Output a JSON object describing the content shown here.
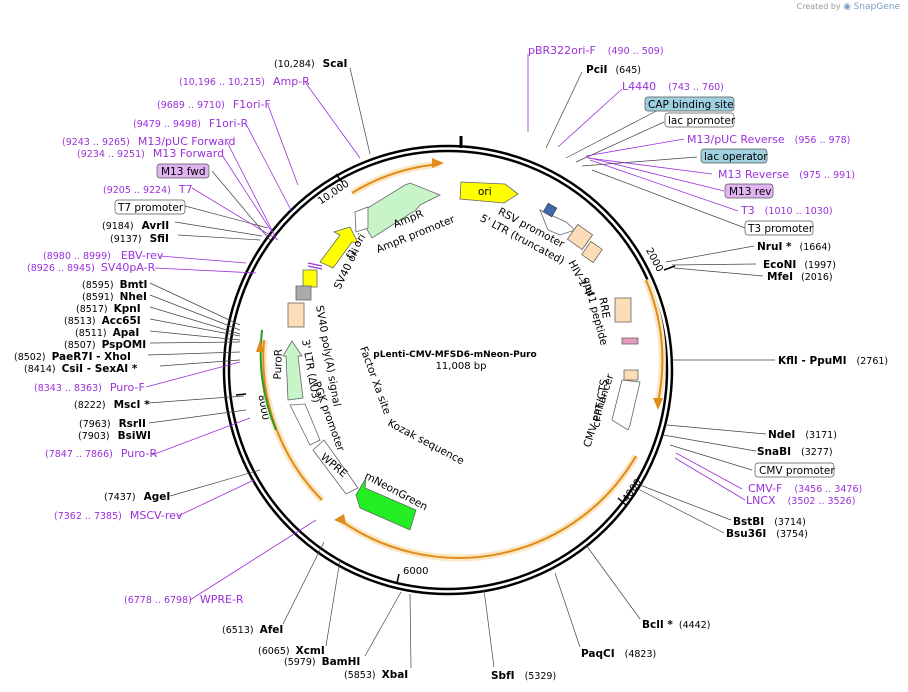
{
  "credit": {
    "prefix": "Created by",
    "brand": "SnapGene"
  },
  "map": {
    "name": "pLenti-CMV-MFSD6-mNeon-Puro",
    "size": "11,008 bp"
  },
  "ticks": [
    "2000",
    "4000",
    "6000",
    "8000",
    "10,000"
  ],
  "colors": {
    "primer": "#9b30d9",
    "orf": "#f0a030",
    "green_feature": "#33dd33",
    "promoter_box": "#ffffff",
    "protein_bind": "#9fd0e0"
  },
  "enzymes": [
    {
      "name": "ScaI",
      "pos": "(10,284)"
    },
    {
      "name": "PciI",
      "pos": "(645)"
    },
    {
      "name": "NruI *",
      "pos": "(1664)"
    },
    {
      "name": "EcoNI",
      "pos": "(1997)"
    },
    {
      "name": "MfeI",
      "pos": "(2016)"
    },
    {
      "name": "KflI  - PpuMI",
      "pos": "(2761)"
    },
    {
      "name": "NdeI",
      "pos": "(3171)"
    },
    {
      "name": "SnaBI",
      "pos": "(3277)"
    },
    {
      "name": "BstBI",
      "pos": "(3714)"
    },
    {
      "name": "Bsu36I",
      "pos": "(3754)"
    },
    {
      "name": "BclI *",
      "pos": "(4442)"
    },
    {
      "name": "PaqCI",
      "pos": "(4823)"
    },
    {
      "name": "SbfI",
      "pos": "(5329)"
    },
    {
      "name": "XbaI",
      "pos": "(5853)"
    },
    {
      "name": "BamHI",
      "pos": "(5979)"
    },
    {
      "name": "XcmI",
      "pos": "(6065)"
    },
    {
      "name": "AfeI",
      "pos": "(6513)"
    },
    {
      "name": "AgeI",
      "pos": "(7437)"
    },
    {
      "name": "BsiWI",
      "pos": "(7903)"
    },
    {
      "name": "RsrII",
      "pos": "(7963)"
    },
    {
      "name": "MscI *",
      "pos": "(8222)"
    },
    {
      "name": "CsiI  - SexAI *",
      "pos": "(8414)"
    },
    {
      "name": "PaeR7I  - XhoI",
      "pos": "(8502)"
    },
    {
      "name": "PspOMI",
      "pos": "(8507)"
    },
    {
      "name": "ApaI",
      "pos": "(8511)"
    },
    {
      "name": "Acc65I",
      "pos": "(8513)"
    },
    {
      "name": "KpnI",
      "pos": "(8517)"
    },
    {
      "name": "NheI",
      "pos": "(8591)"
    },
    {
      "name": "BmtI",
      "pos": "(8595)"
    },
    {
      "name": "SfiI",
      "pos": "(9137)"
    },
    {
      "name": "AvrII",
      "pos": "(9184)"
    }
  ],
  "primers": [
    {
      "name": "pBR322ori-F",
      "pos": "(490 .. 509)"
    },
    {
      "name": "L4440",
      "pos": "(743 .. 760)"
    },
    {
      "name": "M13/pUC Reverse",
      "pos": "(956 .. 978)"
    },
    {
      "name": "M13 Reverse",
      "pos": "(975 .. 991)"
    },
    {
      "name": "T3",
      "pos": "(1010 .. 1030)"
    },
    {
      "name": "CMV-F",
      "pos": "(3456 .. 3476)"
    },
    {
      "name": "LNCX",
      "pos": "(3502 .. 3526)"
    },
    {
      "name": "WPRE-R",
      "pos": "(6778 .. 6798)"
    },
    {
      "name": "MSCV-rev",
      "pos": "(7362 .. 7385)"
    },
    {
      "name": "Puro-R",
      "pos": "(7847 .. 7866)"
    },
    {
      "name": "Puro-F",
      "pos": "(8343 .. 8363)"
    },
    {
      "name": "SV40pA-R",
      "pos": "(8926 .. 8945)"
    },
    {
      "name": "EBV-rev",
      "pos": "(8980 .. 8999)"
    },
    {
      "name": "M13 Forward",
      "pos": "(9234 .. 9251)"
    },
    {
      "name": "M13/pUC Forward",
      "pos": "(9243 .. 9265)"
    },
    {
      "name": "F1ori-R",
      "pos": "(9479 .. 9498)"
    },
    {
      "name": "F1ori-F",
      "pos": "(9689 .. 9710)"
    },
    {
      "name": "Amp-R",
      "pos": "(10,196 .. 10,215)"
    },
    {
      "name": "T7",
      "pos": "(9205 .. 9224)"
    }
  ],
  "boxed_labels": {
    "cap_binding_site": "CAP binding site",
    "lac_promoter": "lac promoter",
    "lac_operator": "lac operator",
    "m13_rev": "M13 rev",
    "t3_promoter": "T3 promoter",
    "cmv_promoter": "CMV promoter",
    "m13_fwd": "M13 fwd",
    "t7_promoter": "T7 promoter"
  },
  "features": {
    "ori": "ori",
    "rsv_promoter": "RSV promoter",
    "ltr_truncated": "5' LTR (truncated)",
    "hiv_psi": "HIV-1 Ψ",
    "rre": "RRE",
    "gp41": "gp41 peptide",
    "cppt": "cPPT/CTS",
    "cmv_enhancer": "CMV enhancer",
    "mneongreen": "mNeonGreen",
    "kozak": "Kozak sequence",
    "factor_xa": "Factor Xa site",
    "wpre": "WPRE",
    "pgk": "PGK promoter",
    "puror": "PuroR",
    "ltr3": "3' LTR (ΔU3)",
    "sv40_polya": "SV40 poly(A) signal",
    "sv40_ori": "SV40 ori",
    "f1_ori": "f1 ori",
    "ampr": "AmpR",
    "ampr_promoter": "AmpR promoter"
  }
}
